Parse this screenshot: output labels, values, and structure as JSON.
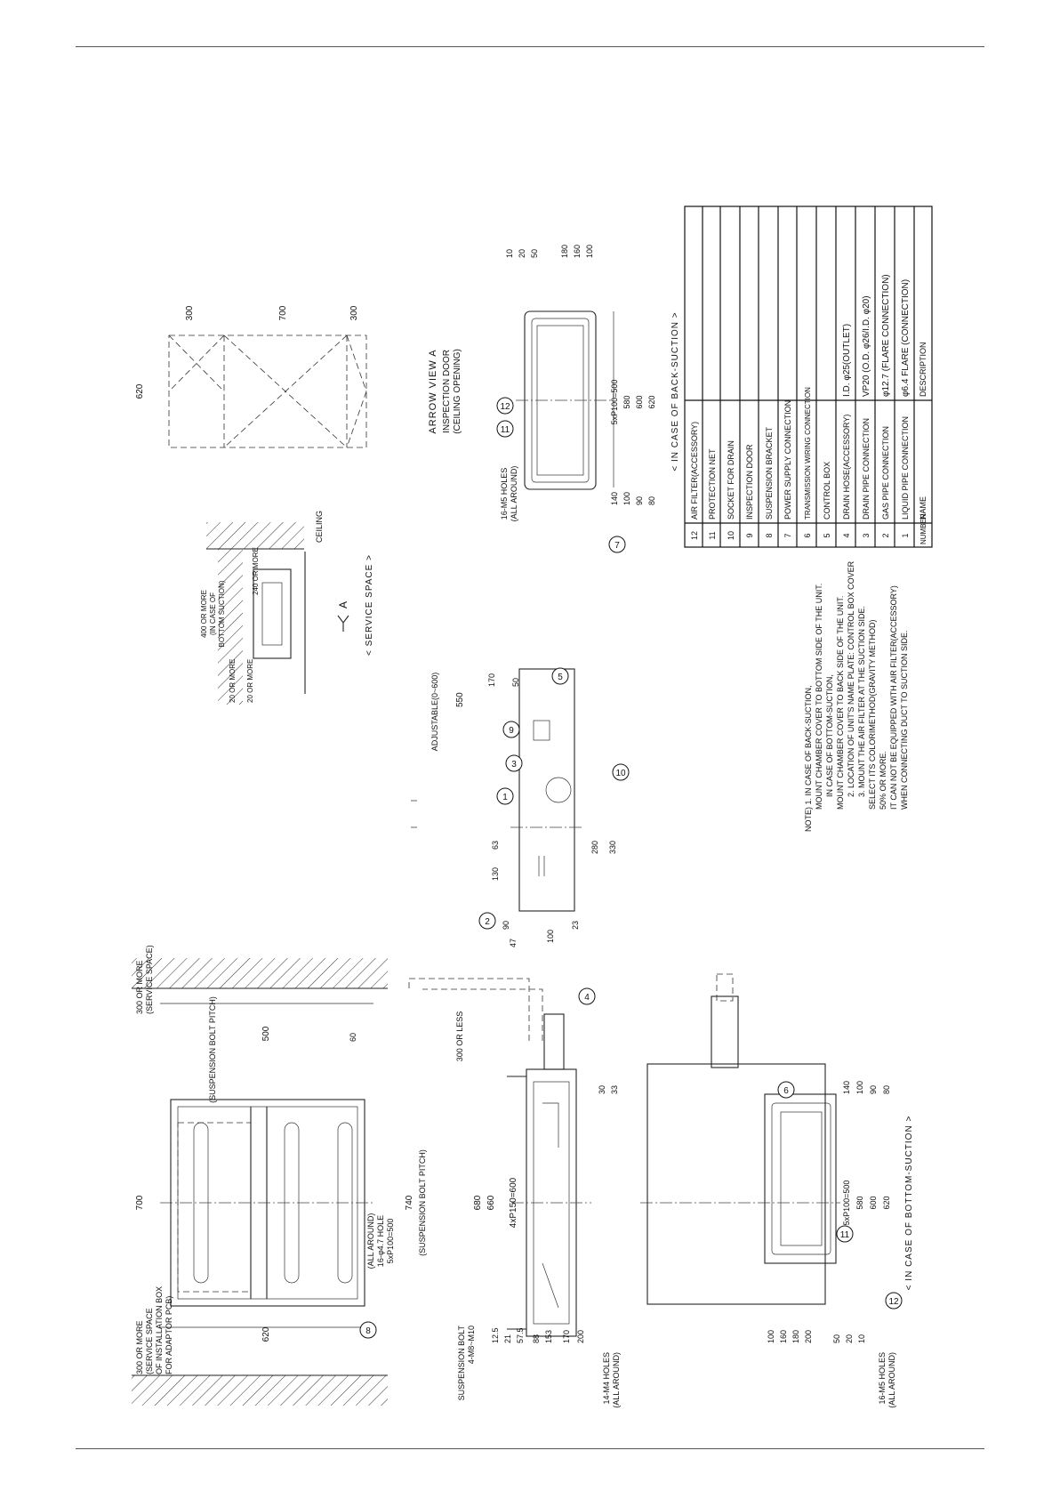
{
  "dims": {
    "top_700": "700",
    "service_300_left": "300 OR MORE\n(SERVICE SPACE)",
    "service_300_right": "300 OR MORE\n(SERVICE SPACE\nOF INSTALLATION BOX\nFOR ADAPTOR PCB)",
    "bolt_pitch_500": "500",
    "bolt_pitch_label": "(SUSPENSION BOLT PITCH)",
    "d60": "60",
    "d620": "620",
    "holes_16_phi47": "(ALL AROUND)\n16-φ4.7 HOLE\n5xP100=500",
    "d740": "740",
    "bolt_pitch_label2": "(SUSPENSION BOLT PITCH)",
    "d680": "680",
    "d660": "660",
    "d4p150": "4xP150=600",
    "d300_less": "300 OR LESS",
    "d30": "30",
    "d33": "33",
    "susp_bolt": "SUSPENSION BOLT\n4-M8~M10",
    "holes_14_m4": "14-M4 HOLES\n(ALL AROUND)",
    "d12_5": "12.5",
    "d21": "21",
    "d57_5": "57.5",
    "d153": "153",
    "d170": "170",
    "d200": "200",
    "d88": "88",
    "d140_b": "140",
    "d100_b": "100",
    "d90_b": "90",
    "d80_b": "80",
    "d5p100_b": "5xP100=500",
    "d580_b": "580",
    "d600_b": "600",
    "d620_b": "620",
    "d100_side": "100",
    "d160_side": "160",
    "d180_side": "180",
    "d200_side": "200",
    "d50_side": "50",
    "d20_side": "20",
    "d10_side": "10",
    "holes_16_m5_b": "16-M5 HOLES\n(ALL AROUND)",
    "bottom_suction_title": "< IN CASE OF BOTTOM-SUCTION >",
    "d47": "47",
    "d90_s": "90",
    "d100_s": "100",
    "d23": "23",
    "d130": "130",
    "d63": "63",
    "d280": "280",
    "d330": "330",
    "d550": "550",
    "adjustable": "ADJUSTABLE(0~600)",
    "d50_s": "50",
    "d170_s": "170",
    "service_20": "20 OR MORE",
    "service_20b": "20 OR MORE",
    "service_400": "400 OR MORE\n(IN CASE OF\nBOTTOM SUCTION)",
    "service_240": "240 OR MORE",
    "ceiling": "CEILING",
    "arrow_a": "A",
    "service_space_title": "< SERVICE SPACE >",
    "d620_v": "620",
    "d300_v": "300",
    "d700_v": "700",
    "d300_v2": "300",
    "arrow_view": "ARROW VIEW A",
    "inspection_door": "INSPECTION DOOR\n(CEILING OPENING)",
    "holes_16_m5_back": "16-M5 HOLES\n(ALL AROUND)",
    "d10_back": "10",
    "d20_back": "20",
    "d50_back": "50",
    "d180_back": "180",
    "d160_back": "160",
    "d100_back": "100",
    "d5p100_back": "5xP100=500",
    "d580_back": "580",
    "d600_back": "600",
    "d620_back": "620",
    "d140_back": "140",
    "d100_back2": "100",
    "d90_back": "90",
    "d80_back": "80",
    "back_suction_title": "< IN CASE OF BACK-SUCTION >"
  },
  "notes": [
    "NOTE) 1. IN CASE OF BACK-SUCTION,",
    "MOUNT CHAMBER COVER TO BOTTOM SIDE OF THE UNIT.",
    "IN CASE OF BOTTOM-SUCTION,",
    "MOUNT CHAMBER COVER TO BACK SIDE OF THE UNIT.",
    "2. LOCATION OF UNIT'S NAME PLATE: CONTROL BOX COVER",
    "3. MOUNT THE AIR FILTER AT THE SUCTION SIDE.",
    "SELECT ITS COLORIMETHOD(GRAVITY METHOD)",
    "50% OR MORE.",
    "IT CAN NOT BE EQUIPPED WITH AIR FILTER(ACCESSORY)",
    "WHEN CONNECTING DUCT TO SUCTION SIDE."
  ],
  "parts_table": {
    "header": {
      "number": "NUMBER",
      "name": "NAME",
      "description": "DESCRIPTION"
    },
    "rows": [
      {
        "number": "12",
        "name": "AIR FILTER(ACCESSORY)",
        "description": ""
      },
      {
        "number": "11",
        "name": "PROTECTION NET",
        "description": ""
      },
      {
        "number": "10",
        "name": "SOCKET FOR DRAIN",
        "description": ""
      },
      {
        "number": "9",
        "name": "INSPECTION DOOR",
        "description": ""
      },
      {
        "number": "8",
        "name": "SUSPENSION BRACKET",
        "description": ""
      },
      {
        "number": "7",
        "name": "POWER SUPPLY CONNECTION",
        "description": ""
      },
      {
        "number": "6",
        "name": "TRANSMISSION WIRING CONNECTION",
        "description": ""
      },
      {
        "number": "5",
        "name": "CONTROL BOX",
        "description": ""
      },
      {
        "number": "4",
        "name": "DRAIN HOSE(ACCESSORY)",
        "description": "I.D. φ25(OUTLET)"
      },
      {
        "number": "3",
        "name": "DRAIN PIPE CONNECTION",
        "description": "VP20 (O.D. φ26/I.D. φ20)"
      },
      {
        "number": "2",
        "name": "GAS PIPE CONNECTION",
        "description": "φ12.7 (FLARE CONNECTION)"
      },
      {
        "number": "1",
        "name": "LIQUID PIPE CONNECTION",
        "description": "φ6.4 FLARE (CONNECTION)"
      }
    ]
  },
  "callouts": {
    "c1": "1",
    "c2": "2",
    "c3": "3",
    "c4": "4",
    "c5": "5",
    "c6": "6",
    "c7": "7",
    "c8": "8",
    "c9": "9",
    "c10": "10",
    "c11a": "11",
    "c11b": "11",
    "c12a": "12",
    "c12b": "12"
  }
}
